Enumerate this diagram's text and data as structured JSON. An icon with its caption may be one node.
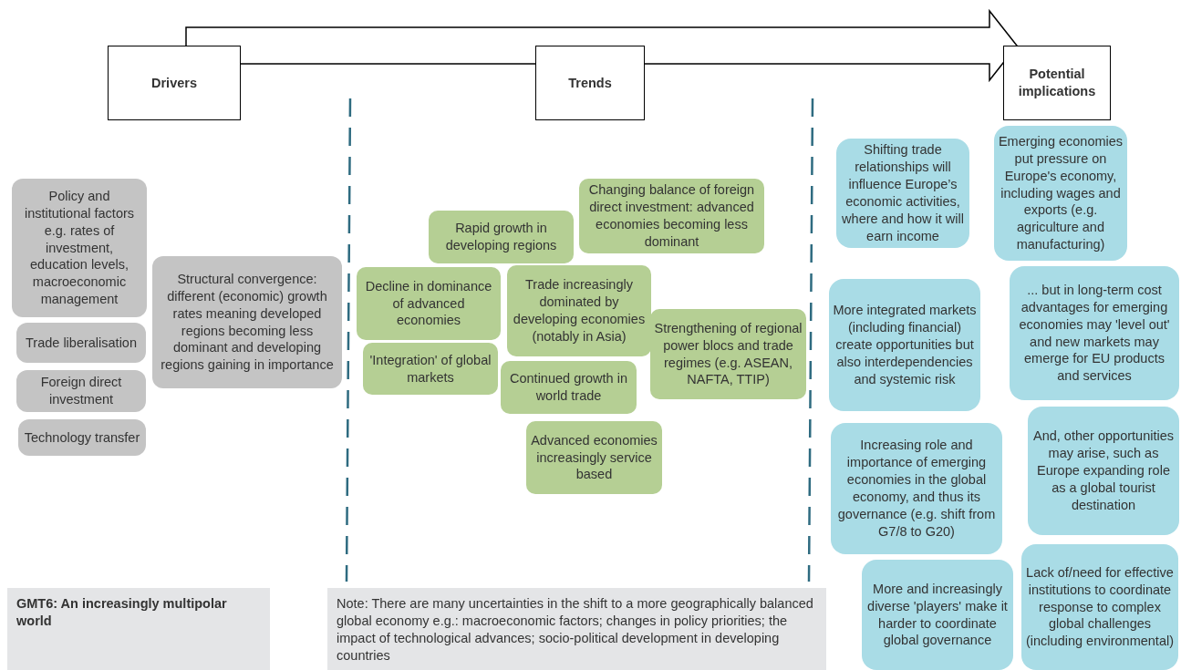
{
  "diagram": {
    "nodes": [
      {
        "text": [
          "Drivers"
        ]
      },
      {
        "text": [
          "Trends"
        ]
      },
      {
        "text": [
          "Potential implications"
        ]
      },
      {
        "text": [
          "Policy and institutional factors e.g. rates of investment, education levels, macroeconomic management"
        ]
      },
      {
        "text": [
          "Trade liberalisation"
        ]
      },
      {
        "text": [
          "Foreign direct investment"
        ]
      },
      {
        "text": [
          "Technology transfer"
        ]
      },
      {
        "text": [
          "Structural convergence: different (economic) growth rates meaning developed regions becoming less dominant and developing regions gaining in importance"
        ]
      },
      {
        "text": [
          "Changing balance of foreign direct investment: advanced economies becoming less dominant"
        ]
      },
      {
        "text": [
          "Rapid growth in developing regions"
        ]
      },
      {
        "text": [
          "Decline in dominance of advanced economies"
        ]
      },
      {
        "text": [
          "Trade increasingly dominated by developing economies (notably in Asia)"
        ]
      },
      {
        "text": [
          "Strengthening of regional power blocs and trade regimes (e.g. ASEAN, NAFTA, TTIP)"
        ]
      },
      {
        "text": [
          "'Integration' of global markets"
        ]
      },
      {
        "text": [
          "Continued growth in world trade"
        ]
      },
      {
        "text": [
          "Advanced economies increasingly service based"
        ]
      },
      {
        "text": [
          "Shifting trade relationships will influence Europe’s economic activities, where and how it will earn income"
        ]
      },
      {
        "text": [
          "Emerging economies put pressure on Europe's economy, including wages and exports (e.g. agriculture and manufacturing)"
        ]
      },
      {
        "text": [
          "More integrated markets (including financial) create opportunities but also interdependencies and systemic risk"
        ]
      },
      {
        "text": [
          "... but in long-term cost advantages for emerging economies may 'level out' and new markets may emerge for EU products and services"
        ]
      },
      {
        "text": [
          "Increasing role and importance of emerging economies in the global economy, and thus its governance (e.g. shift from G7/8 to G20)"
        ]
      },
      {
        "text": [
          "And, other opportunities may arise, such as Europe expanding role as a global tourist destination"
        ]
      },
      {
        "text": [
          "More and increasingly diverse 'players' make it harder to coordinate global governance"
        ]
      },
      {
        "text": [
          "Lack of/need for effective institutions to coordinate response to complex global challenges (including environmental)"
        ]
      },
      {
        "text": [
          "GMT6: An increasingly multipolar world"
        ]
      },
      {
        "text": [
          "Note: There are many uncertainties in the shift to a more geographically balanced global economy e.g.: macroeconomic factors; changes in policy priorities; the impact of technological advances; socio-political development in developing countries"
        ]
      }
    ]
  }
}
